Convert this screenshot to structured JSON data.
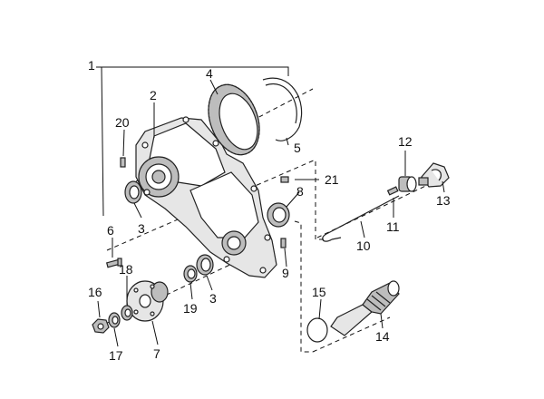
{
  "callouts": {
    "c1": "1",
    "c2": "2",
    "c3a": "3",
    "c3b": "3",
    "c4": "4",
    "c5": "5",
    "c6": "6",
    "c7": "7",
    "c8": "8",
    "c9": "9",
    "c10": "10",
    "c11": "11",
    "c12": "12",
    "c13": "13",
    "c14": "14",
    "c15": "15",
    "c16": "16",
    "c17": "17",
    "c18": "18",
    "c19": "19",
    "c20": "20",
    "c21": "21"
  }
}
